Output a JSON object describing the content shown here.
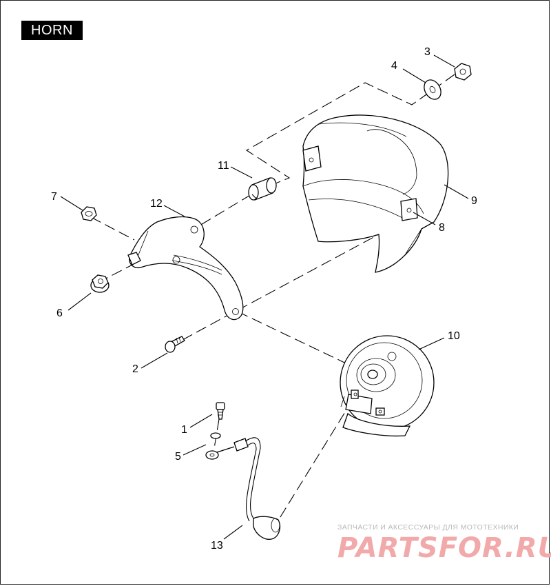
{
  "title": "HORN",
  "callouts": [
    {
      "id": "c1",
      "label": "1"
    },
    {
      "id": "c2",
      "label": "2"
    },
    {
      "id": "c3",
      "label": "3"
    },
    {
      "id": "c4",
      "label": "4"
    },
    {
      "id": "c5",
      "label": "5"
    },
    {
      "id": "c6",
      "label": "6"
    },
    {
      "id": "c7",
      "label": "7"
    },
    {
      "id": "c8",
      "label": "8"
    },
    {
      "id": "c9",
      "label": "9"
    },
    {
      "id": "c10",
      "label": "10"
    },
    {
      "id": "c11",
      "label": "11"
    },
    {
      "id": "c12",
      "label": "12"
    },
    {
      "id": "c13",
      "label": "13"
    }
  ],
  "watermark": {
    "tagline": "ЗАПЧАСТИ И АКСЕССУАРЫ ДЛЯ МОТОТЕХНИКИ",
    "logo": "PARTSFOR.RU",
    "color": "#f2a9aa"
  }
}
